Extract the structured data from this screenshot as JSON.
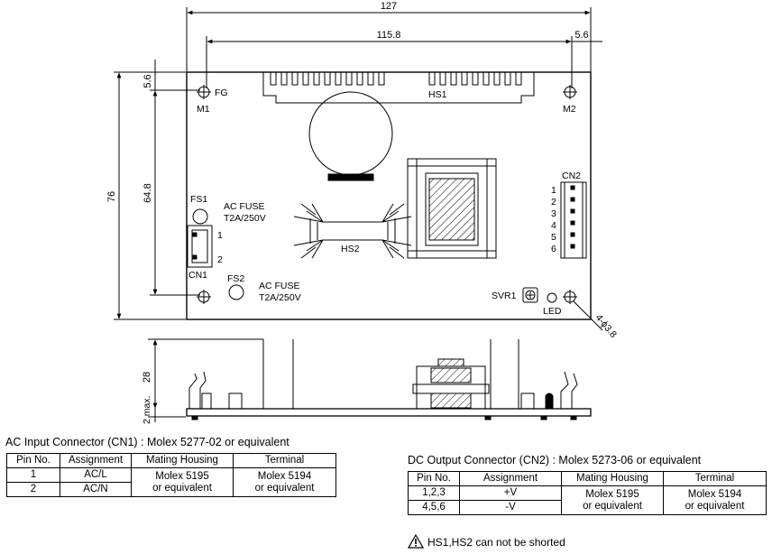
{
  "top_view": {
    "dim_127": "127",
    "dim_115_8": "115.8",
    "dim_5_6_right": "5.6",
    "dim_76": "76",
    "dim_64_8": "64.8",
    "dim_5_6_left": "5.6",
    "hole_dim": "4-ϕ3.8",
    "labels": {
      "fg": "FG",
      "m1": "M1",
      "m2": "M2",
      "hs1": "HS1",
      "hs2": "HS2",
      "fs1": "FS1",
      "fs2": "FS2",
      "cn1": "CN1",
      "cn2": "CN2",
      "svr1": "SVR1",
      "led": "LED",
      "ac_fuse_1a": "AC FUSE",
      "ac_fuse_1b": "T2A/250V",
      "ac_fuse_2a": "AC FUSE",
      "ac_fuse_2b": "T2A/250V",
      "cn1_pin1": "1",
      "cn1_pin2": "2",
      "cn2_pins": [
        "1",
        "2",
        "3",
        "4",
        "5",
        "6"
      ]
    }
  },
  "side_view": {
    "dim_28": "28",
    "dim_2max": "2 max."
  },
  "cn1_table": {
    "caption": "AC Input Connector (CN1) : Molex 5277-02  or equivalent",
    "headers": [
      "Pin No.",
      "Assignment",
      "Mating Housing",
      "Terminal"
    ],
    "rows": [
      {
        "pin": "1",
        "assignment": "AC/L"
      },
      {
        "pin": "2",
        "assignment": "AC/N"
      }
    ],
    "housing": [
      "Molex 5195",
      "or equivalent"
    ],
    "terminal": [
      "Molex 5194",
      "or equivalent"
    ]
  },
  "cn2_table": {
    "caption": "DC Output Connector (CN2) : Molex 5273-06 or equivalent",
    "headers": [
      "Pin No.",
      "Assignment",
      "Mating Housing",
      "Terminal"
    ],
    "rows": [
      {
        "pin": "1,2,3",
        "assignment": "+V"
      },
      {
        "pin": "4,5,6",
        "assignment": "-V"
      }
    ],
    "housing": [
      "Molex 5195",
      "or equivalent"
    ],
    "terminal": [
      "Molex 5194",
      "or equivalent"
    ]
  },
  "note": "HS1,HS2 can not be shorted",
  "icons": {
    "note": "warning-icon",
    "hole": "mounting-hole-icon",
    "trimmer": "trimmer-icon"
  }
}
